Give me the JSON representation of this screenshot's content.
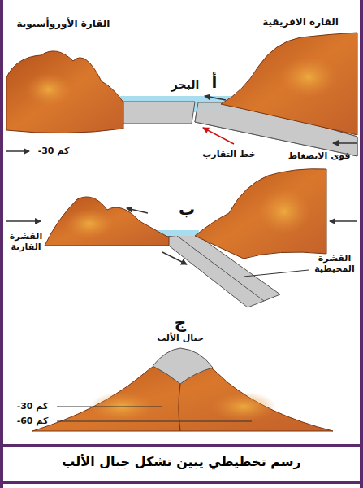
{
  "diagram": {
    "caption": "رسم تخطيطي يبين تشكل جبال الألب",
    "labels": [
      "القارة الأوروأسيوية",
      "القارة الافريقية",
      "أ",
      "البحر",
      "-30 كم",
      "خط التقارب",
      "قوى الانضغاط",
      "ب",
      "القشرة القارية",
      "القشرة المحيطية",
      "ج",
      "جبال الألب",
      "-30 كم",
      "-60 كم"
    ]
  }
}
